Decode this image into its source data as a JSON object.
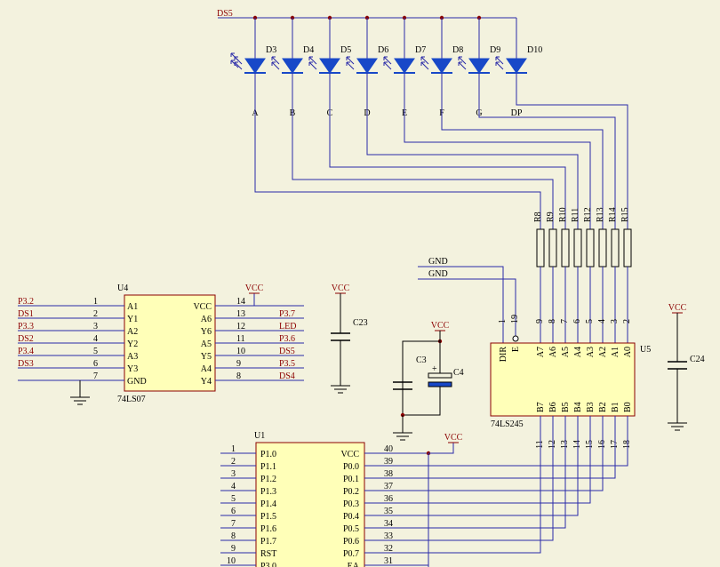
{
  "colors": {
    "background": "#f3f2de",
    "wire": "#2a2aa8",
    "component": "#000000",
    "net_label": "#8b0000",
    "chip_fill": "#ffffb8",
    "chip_border": "#8b0000",
    "led_fill": "#1848c8",
    "junction": "#8b0000"
  },
  "net_ds5": "DS5",
  "leds": [
    {
      "ref": "D3",
      "seg": "A"
    },
    {
      "ref": "D4",
      "seg": "B"
    },
    {
      "ref": "D5",
      "seg": "C"
    },
    {
      "ref": "D6",
      "seg": "D"
    },
    {
      "ref": "D7",
      "seg": "E"
    },
    {
      "ref": "D8",
      "seg": "F"
    },
    {
      "ref": "D9",
      "seg": "G"
    },
    {
      "ref": "D10",
      "seg": "DP"
    }
  ],
  "resistors": [
    "R8",
    "R9",
    "R10",
    "R11",
    "R12",
    "R13",
    "R14",
    "R15"
  ],
  "u4": {
    "ref": "U4",
    "part": "74LS07",
    "left_pins": [
      {
        "num": "1",
        "name": "A1",
        "net": "P3.2"
      },
      {
        "num": "2",
        "name": "Y1",
        "net": "DS1"
      },
      {
        "num": "3",
        "name": "A2",
        "net": "P3.3"
      },
      {
        "num": "4",
        "name": "Y2",
        "net": "DS2"
      },
      {
        "num": "5",
        "name": "A3",
        "net": "P3.4"
      },
      {
        "num": "6",
        "name": "Y3",
        "net": "DS3"
      },
      {
        "num": "7",
        "name": "GND",
        "net": ""
      }
    ],
    "right_pins": [
      {
        "num": "14",
        "name": "VCC",
        "net": ""
      },
      {
        "num": "13",
        "name": "A6",
        "net": "P3.7"
      },
      {
        "num": "12",
        "name": "Y6",
        "net": "LED"
      },
      {
        "num": "11",
        "name": "A5",
        "net": "P3.6"
      },
      {
        "num": "10",
        "name": "Y5",
        "net": "DS5"
      },
      {
        "num": "9",
        "name": "A4",
        "net": "P3.5"
      },
      {
        "num": "8",
        "name": "Y4",
        "net": "DS4"
      }
    ],
    "vcc": "VCC"
  },
  "c23": {
    "ref": "C23",
    "vcc": "VCC"
  },
  "c3": {
    "ref": "C3"
  },
  "c4": {
    "ref": "C4",
    "plus": "+",
    "vcc": "VCC"
  },
  "c24": {
    "ref": "C24",
    "vcc": "VCC"
  },
  "gnd_labels": [
    "GND",
    "GND"
  ],
  "u5": {
    "ref": "U5",
    "part": "74LS245",
    "top_pins": [
      {
        "num": "1",
        "name": "DIR"
      },
      {
        "num": "19",
        "name": "E"
      },
      {
        "num": "9",
        "name": "A7"
      },
      {
        "num": "8",
        "name": "A6"
      },
      {
        "num": "7",
        "name": "A5"
      },
      {
        "num": "6",
        "name": "A4"
      },
      {
        "num": "5",
        "name": "A3"
      },
      {
        "num": "4",
        "name": "A2"
      },
      {
        "num": "3",
        "name": "A1"
      },
      {
        "num": "2",
        "name": "A0"
      }
    ],
    "bottom_pins": [
      {
        "num": "11",
        "name": "B7"
      },
      {
        "num": "12",
        "name": "B6"
      },
      {
        "num": "13",
        "name": "B5"
      },
      {
        "num": "14",
        "name": "B4"
      },
      {
        "num": "15",
        "name": "B3"
      },
      {
        "num": "16",
        "name": "B2"
      },
      {
        "num": "17",
        "name": "B1"
      },
      {
        "num": "18",
        "name": "B0"
      }
    ]
  },
  "u1": {
    "ref": "U1",
    "vcc": "VCC",
    "left_pins": [
      {
        "num": "1",
        "name": "P1.0"
      },
      {
        "num": "2",
        "name": "P1.1"
      },
      {
        "num": "3",
        "name": "P1.2"
      },
      {
        "num": "4",
        "name": "P1.3"
      },
      {
        "num": "5",
        "name": "P1.4"
      },
      {
        "num": "6",
        "name": "P1.5"
      },
      {
        "num": "7",
        "name": "P1.6"
      },
      {
        "num": "8",
        "name": "P1.7"
      },
      {
        "num": "9",
        "name": "RST"
      },
      {
        "num": "10",
        "name": "P3.0"
      }
    ],
    "right_pins": [
      {
        "num": "40",
        "name": "VCC"
      },
      {
        "num": "39",
        "name": "P0.0"
      },
      {
        "num": "38",
        "name": "P0.1"
      },
      {
        "num": "37",
        "name": "P0.2"
      },
      {
        "num": "36",
        "name": "P0.3"
      },
      {
        "num": "35",
        "name": "P0.4"
      },
      {
        "num": "34",
        "name": "P0.5"
      },
      {
        "num": "33",
        "name": "P0.6"
      },
      {
        "num": "32",
        "name": "P0.7"
      },
      {
        "num": "31",
        "name": "EA"
      }
    ]
  }
}
